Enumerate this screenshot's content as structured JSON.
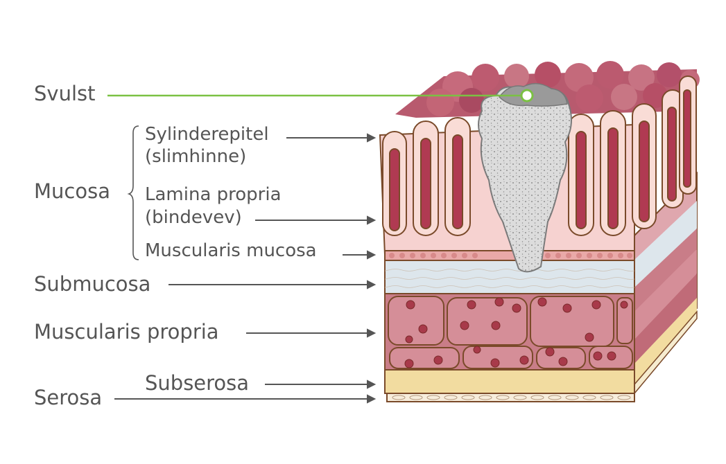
{
  "labels": {
    "tumor": "Svulst",
    "mucosa": "Mucosa",
    "epithelium_line1": "Sylinderepitel",
    "epithelium_line2": "(slimhinne)",
    "lamina_line1": "Lamina propria",
    "lamina_line2": "(bindevev)",
    "muscularis_mucosa": "Muscularis mucosa",
    "submucosa": "Submucosa",
    "muscularis_propria": "Muscularis propria",
    "subserosa": "Subserosa",
    "serosa": "Serosa"
  },
  "colors": {
    "label_text": "#555555",
    "pointer": "#555555",
    "tumor_pointer": "#7bc143",
    "tumor": "#d4d4d4",
    "outline": "#7a4a2a",
    "villi": "#f6d2d0",
    "crypt": "#b03a52",
    "submucosa": "#dde6ec",
    "muscle": "#c97d88",
    "subserosa": "#f2dca0"
  }
}
